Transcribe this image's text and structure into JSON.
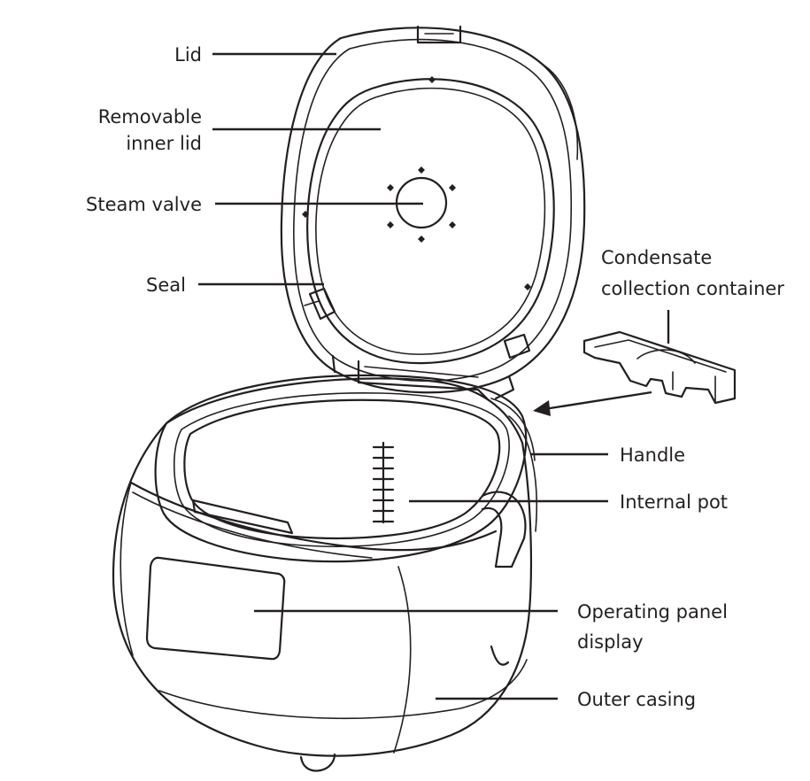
{
  "labels": {
    "lid": "Lid",
    "inner_lid_1": "Removable",
    "inner_lid_2": "inner lid",
    "steam_valve": "Steam valve",
    "seal": "Seal",
    "condensate_1": "Condensate",
    "condensate_2": "collection container",
    "handle": "Handle",
    "internal_pot": "Internal pot",
    "panel_1": "Operating panel",
    "panel_2": "display",
    "outer_casing": "Outer casing"
  },
  "colors": {
    "ink": "#231f20",
    "background": "#ffffff"
  }
}
